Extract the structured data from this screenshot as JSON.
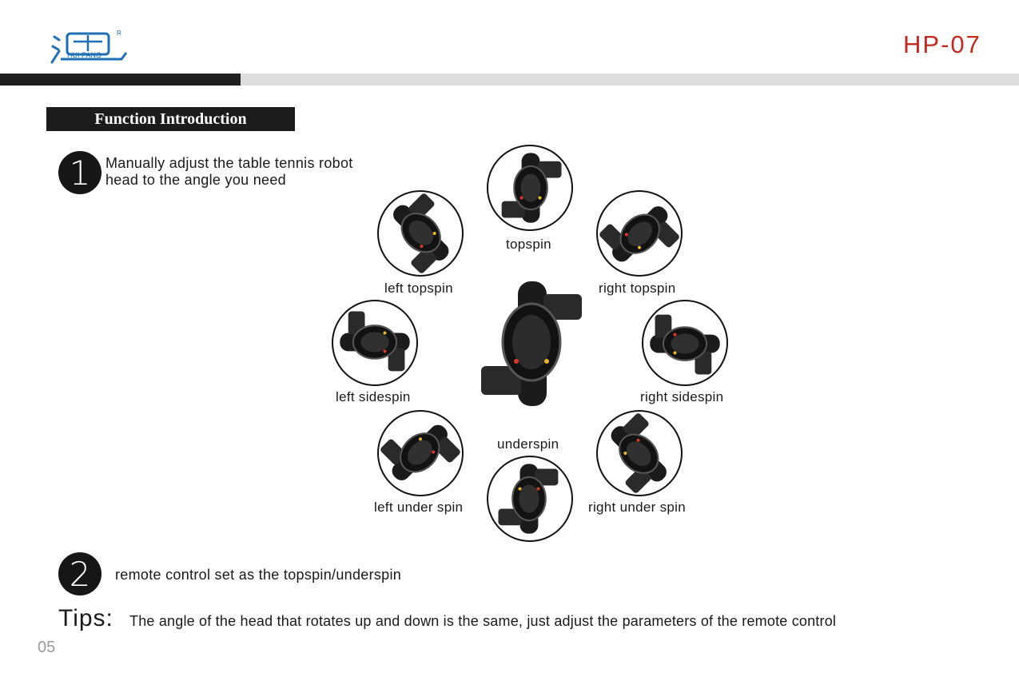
{
  "header": {
    "logo_text": "HUI PANG",
    "logo_mark": "R",
    "model": "HP-07"
  },
  "section": {
    "title": "Function Introduction"
  },
  "steps": [
    {
      "number": "1",
      "text": "Manually adjust the table tennis robot head  to the angle you need"
    },
    {
      "number": "2",
      "text": "remote control set as the topspin/underspin"
    }
  ],
  "positions": [
    {
      "label": "topspin",
      "angle": 0
    },
    {
      "label": "right topspin",
      "angle": 45
    },
    {
      "label": "right sidespin",
      "angle": 90
    },
    {
      "label": "right under spin",
      "angle": 135
    },
    {
      "label": "underspin",
      "angle": 180
    },
    {
      "label": "left under spin",
      "angle": 225
    },
    {
      "label": "left sidespin",
      "angle": 270
    },
    {
      "label": "left topspin",
      "angle": 315
    }
  ],
  "tips": {
    "label": "Tips:",
    "text": "The angle of the head that rotates up and down is the same, just adjust the parameters of the remote control"
  },
  "page_number": "05",
  "colors": {
    "model": "#c42a22",
    "logo": "#1e6fb5",
    "bar_dark": "#1f1f1f",
    "bar_light": "#dedede"
  }
}
